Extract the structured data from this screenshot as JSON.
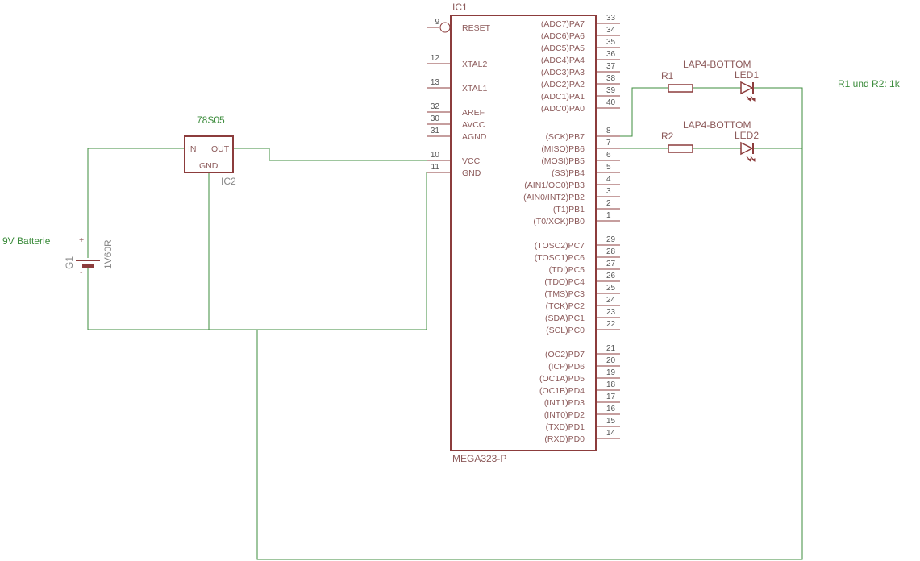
{
  "colors": {
    "wire": "#3c8c3c",
    "part": "#8c3c3c",
    "pin": "#8c5a5a",
    "pin_number": "#555555",
    "gray": "#888888"
  },
  "ic1": {
    "name": "IC1",
    "value": "MEGA323-P",
    "left_pins": [
      {
        "num": "9",
        "label": "RESET",
        "inverted": true
      },
      {
        "num": "12",
        "label": "XTAL2"
      },
      {
        "num": "13",
        "label": "XTAL1"
      },
      {
        "num": "32",
        "label": "AREF"
      },
      {
        "num": "30",
        "label": "AVCC"
      },
      {
        "num": "31",
        "label": "AGND"
      },
      {
        "num": "10",
        "label": "VCC"
      },
      {
        "num": "11",
        "label": "GND"
      }
    ],
    "right_pins": [
      {
        "num": "33",
        "label": "(ADC7)PA7"
      },
      {
        "num": "34",
        "label": "(ADC6)PA6"
      },
      {
        "num": "35",
        "label": "(ADC5)PA5"
      },
      {
        "num": "36",
        "label": "(ADC4)PA4"
      },
      {
        "num": "37",
        "label": "(ADC3)PA3"
      },
      {
        "num": "38",
        "label": "(ADC2)PA2"
      },
      {
        "num": "39",
        "label": "(ADC1)PA1"
      },
      {
        "num": "40",
        "label": "(ADC0)PA0"
      },
      {
        "num": "8",
        "label": "(SCK)PB7"
      },
      {
        "num": "7",
        "label": "(MISO)PB6"
      },
      {
        "num": "6",
        "label": "(MOSI)PB5"
      },
      {
        "num": "5",
        "label": "(SS)PB4"
      },
      {
        "num": "4",
        "label": "(AIN1/OC0)PB3"
      },
      {
        "num": "3",
        "label": "(AIN0/INT2)PB2"
      },
      {
        "num": "2",
        "label": "(T1)PB1"
      },
      {
        "num": "1",
        "label": "(T0/XCK)PB0"
      },
      {
        "num": "29",
        "label": "(TOSC2)PC7"
      },
      {
        "num": "28",
        "label": "(TOSC1)PC6"
      },
      {
        "num": "27",
        "label": "(TDI)PC5"
      },
      {
        "num": "26",
        "label": "(TDO)PC4"
      },
      {
        "num": "25",
        "label": "(TMS)PC3"
      },
      {
        "num": "24",
        "label": "(TCK)PC2"
      },
      {
        "num": "23",
        "label": "(SDA)PC1"
      },
      {
        "num": "22",
        "label": "(SCL)PC0"
      },
      {
        "num": "21",
        "label": "(OC2)PD7"
      },
      {
        "num": "20",
        "label": "(ICP)PD6"
      },
      {
        "num": "19",
        "label": "(OC1A)PD5"
      },
      {
        "num": "18",
        "label": "(OC1B)PD4"
      },
      {
        "num": "17",
        "label": "(INT1)PD3"
      },
      {
        "num": "16",
        "label": "(INT0)PD2"
      },
      {
        "num": "15",
        "label": "(TXD)PD1"
      },
      {
        "num": "14",
        "label": "(RXD)PD0"
      }
    ]
  },
  "ic2": {
    "name": "IC2",
    "value": "78S05",
    "pin_in": "IN",
    "pin_out": "OUT",
    "pin_gnd": "GND"
  },
  "battery": {
    "name": "G1",
    "value": "1V60R",
    "label": "9V Batterie",
    "plus": "+",
    "minus": "-"
  },
  "r1": {
    "name": "R1"
  },
  "r2": {
    "name": "R2"
  },
  "led1": {
    "name": "LED1",
    "value": "LAP4-BOTTOM"
  },
  "led2": {
    "name": "LED2",
    "value": "LAP4-BOTTOM"
  },
  "note": "R1 und R2: 1k"
}
